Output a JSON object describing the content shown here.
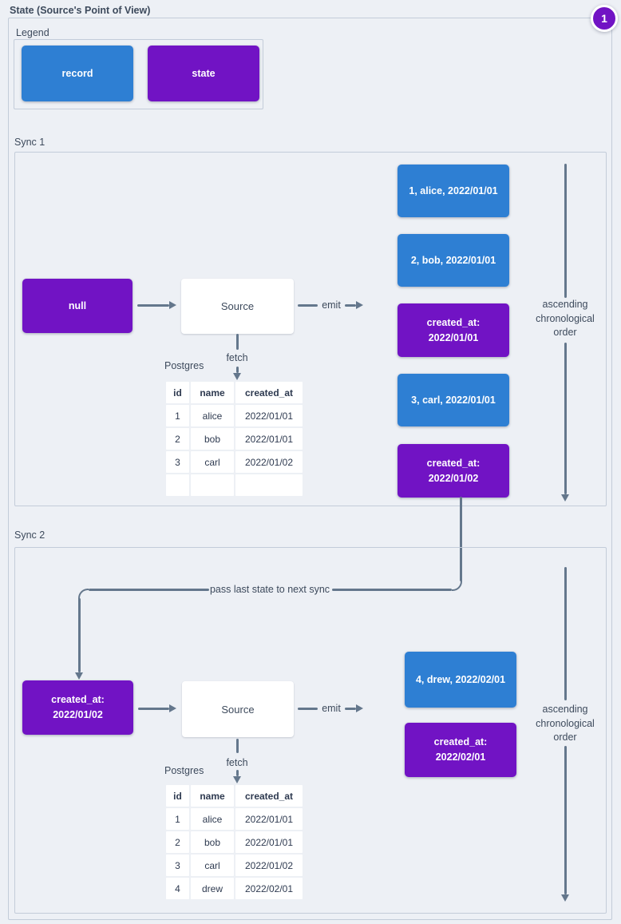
{
  "title": "State (Source's Point of View)",
  "badge": {
    "label": "1"
  },
  "colors": {
    "record_blue": "#2e7fd3",
    "state_purple": "#7113c4",
    "line_gray": "#64778c",
    "border_gray": "#c3ccd9",
    "background": "#edf0f5"
  },
  "legend": {
    "title": "Legend",
    "record_label": "record",
    "state_label": "state"
  },
  "sync1": {
    "title": "Sync 1",
    "input_state": {
      "label": "null"
    },
    "source_label": "Source",
    "emit_label": "emit",
    "fetch_label": "fetch",
    "database_label": "Postgres",
    "table": {
      "headers": [
        "id",
        "name",
        "created_at"
      ],
      "rows": [
        [
          "1",
          "alice",
          "2022/01/01"
        ],
        [
          "2",
          "bob",
          "2022/01/01"
        ],
        [
          "3",
          "carl",
          "2022/01/02"
        ],
        [
          "",
          "",
          ""
        ]
      ]
    },
    "emitted": [
      {
        "type": "record",
        "label": "1, alice, 2022/01/01"
      },
      {
        "type": "record",
        "label": "2, bob, 2022/01/01"
      },
      {
        "type": "state",
        "line1": "created_at:",
        "line2": "2022/01/01"
      },
      {
        "type": "record",
        "label": "3, carl, 2022/01/01"
      },
      {
        "type": "state",
        "line1": "created_at:",
        "line2": "2022/01/02"
      }
    ],
    "order_label": {
      "line1": "ascending",
      "line2": "chronological",
      "line3": "order"
    }
  },
  "connector": {
    "label": "pass last state to next sync"
  },
  "sync2": {
    "title": "Sync 2",
    "input_state": {
      "line1": "created_at:",
      "line2": "2022/01/02"
    },
    "source_label": "Source",
    "emit_label": "emit",
    "fetch_label": "fetch",
    "database_label": "Postgres",
    "table": {
      "headers": [
        "id",
        "name",
        "created_at"
      ],
      "rows": [
        [
          "1",
          "alice",
          "2022/01/01"
        ],
        [
          "2",
          "bob",
          "2022/01/01"
        ],
        [
          "3",
          "carl",
          "2022/01/02"
        ],
        [
          "4",
          "drew",
          "2022/02/01"
        ]
      ]
    },
    "emitted": [
      {
        "type": "record",
        "label": "4, drew, 2022/02/01"
      },
      {
        "type": "state",
        "line1": "created_at:",
        "line2": "2022/02/01"
      }
    ],
    "order_label": {
      "line1": "ascending",
      "line2": "chronological",
      "line3": "order"
    }
  }
}
